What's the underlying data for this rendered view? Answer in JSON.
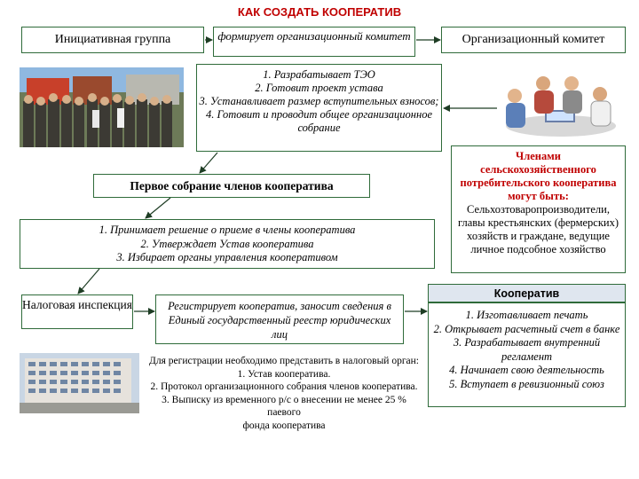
{
  "title": "КАК СОЗДАТЬ КООПЕРАТИВ",
  "initiative_group": "Инициативная группа",
  "forms_committee": "формирует организационный комитет",
  "org_committee": "Организационный комитет",
  "committee_tasks": [
    "1. Разрабатывает ТЭО",
    "2. Готовит проект устава",
    "3. Устанавливает размер вступительных взносов;",
    "4. Готовит и проводит общее организационное собрание"
  ],
  "members_note": {
    "heading": "Членами сельскохозяйственного потребительского кооператива могут быть:",
    "body": "Сельхозтоваропроизводители, главы крестьянских (фермерских) хозяйств и граждане, ведущие личное подсобное хозяйство"
  },
  "first_meeting": "Первое собрание членов кооператива",
  "meeting_decisions": [
    "1.   Принимает решение о приеме в члены кооператива",
    "2. Утверждает Устав кооператива",
    "3. Избирает органы управления кооперативом"
  ],
  "tax_office": "Налоговая инспекция",
  "registers": "Регистрирует кооператив, заносит сведения в Единый государственный реестр юридических лиц",
  "cooperative_header": "Кооператив",
  "cooperative_tasks": [
    "1. Изготавливает печать",
    "2. Открывает расчетный счет в банке",
    "3. Разрабатывает внутренний регламент",
    "4. Начинает свою деятельность",
    "5. Вступает в ревизионный союз"
  ],
  "registration_docs": [
    "Для регистрации необходимо представить в налоговый орган:",
    "1. Устав кооператива.",
    "2. Протокол организационного собрания членов кооператива.",
    "3. Выписку из временного р/с о внесении не менее 25 % паевого",
    "фонда кооператива"
  ],
  "colors": {
    "title": "#c00000",
    "border": "#2f6b3a",
    "members_heading": "#c00000",
    "coop_header_bg": "#dfe6ef"
  },
  "icons": [
    "right-arrow",
    "left-arrow",
    "down-left-arrow"
  ]
}
